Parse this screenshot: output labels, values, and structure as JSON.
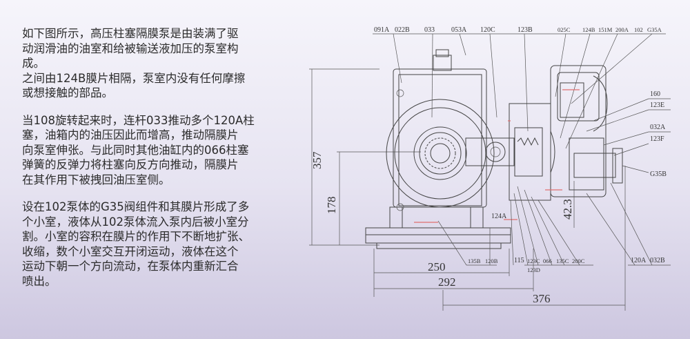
{
  "description_paragraphs": [
    [
      "如下图所示，高压柱塞隔膜泵是由装满了驱",
      "动润滑油的油室和给被输送液加压的泵室构",
      "成。",
      "之间由124B膜片相隔，泵室内没有任何摩擦",
      "或想接触的部品。"
    ],
    [
      "当108旋转起来时，连杆033推动多个120A柱",
      "塞，油箱内的油压因此而增高，推动隔膜片",
      "向泵室伸张。与此同时其他油缸内的066柱塞",
      "弹簧的反弹力将柱塞向反方向推动，隔膜片",
      "在其作用下被拽回油压室侧。"
    ],
    [
      "设在102泵体的G35阀组件和其膜片形成了多",
      "个小室，液体从102泵体流入泵内后被小室分",
      "割。小室的容积在膜片的作用下不断地扩张、",
      "收缩，数个小室交互开闭运动，液体在这个",
      "运动下朝一个方向流动，在泵体内重新汇合",
      "喷出。"
    ]
  ],
  "part_labels_top": [
    "091A",
    "022B",
    "033",
    "053A",
    "120C",
    "123B",
    "025C",
    "124B",
    "151M",
    "200A",
    "102",
    "G35A"
  ],
  "part_labels_right": [
    "160",
    "123E",
    "032A",
    "123F",
    "G35B"
  ],
  "part_labels_bottom": [
    "124A",
    "135B",
    "120B",
    "115",
    "123C",
    "066",
    "135C",
    "200C",
    "123D",
    "120A",
    "032B"
  ],
  "dimensions": {
    "height_total": "357",
    "height_axis": "178",
    "offset": "42.3",
    "width_250": "250",
    "width_292": "292",
    "width_376": "376"
  },
  "colors": {
    "line": "#444444",
    "highlight": "#e07070",
    "text": "#2b2b2b"
  }
}
